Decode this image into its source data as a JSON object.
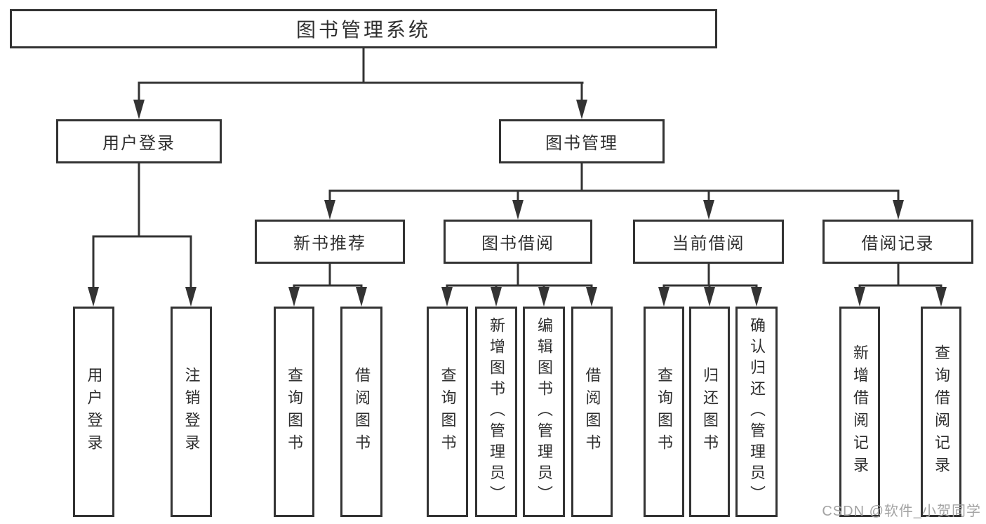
{
  "diagram_title": "图书管理系统",
  "nodes": {
    "root": "图书管理系统",
    "user_login": "用户登录",
    "book_mgmt": "图书管理",
    "new_book": "新书推荐",
    "book_borrow": "图书借阅",
    "current_borrow": "当前借阅",
    "borrow_record": "借阅记录",
    "login": "用户登录",
    "logout": "注销登录",
    "query_book_nb": "查询图书",
    "borrow_book_nb": "借阅图书",
    "query_book_bb": "查询图书",
    "add_book": "新增图书（管理员）",
    "edit_book": "编辑图书（管理员）",
    "borrow_book_bb": "借阅图书",
    "query_book_cb": "查询图书",
    "return_book": "归还图书",
    "confirm_return": "确认归还（管理员）",
    "add_record": "新增借阅记录",
    "query_record": "查询借阅记录"
  },
  "hierarchy": {
    "图书管理系统": [
      "用户登录",
      "图书管理"
    ],
    "用户登录": [
      "用户登录",
      "注销登录"
    ],
    "图书管理": [
      "新书推荐",
      "图书借阅",
      "当前借阅",
      "借阅记录"
    ],
    "新书推荐": [
      "查询图书",
      "借阅图书"
    ],
    "图书借阅": [
      "查询图书",
      "新增图书（管理员）",
      "编辑图书（管理员）",
      "借阅图书"
    ],
    "当前借阅": [
      "查询图书",
      "归还图书",
      "确认归还（管理员）"
    ],
    "借阅记录": [
      "新增借阅记录",
      "查询借阅记录"
    ]
  },
  "watermark": "CSDN @软件_小贺同学",
  "colors": {
    "line": "#333333",
    "box_border": "#333333",
    "text": "#2e2e2e",
    "background": "#ffffff",
    "watermark": "#a3a3a3"
  }
}
